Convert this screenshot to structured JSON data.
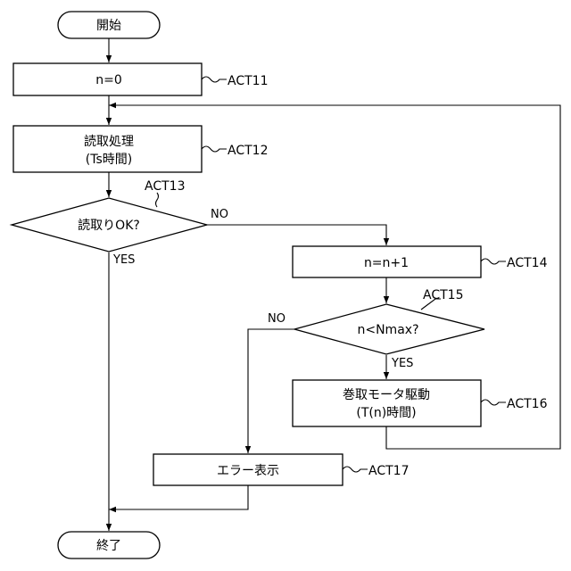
{
  "nodes": {
    "start": "開始",
    "init": "n=0",
    "read": {
      "line1": "読取処理",
      "line2": "(Ts時間)"
    },
    "decision_read": "読取りOK?",
    "increment": "n=n+1",
    "decision_count": "n<Nmax?",
    "drive": {
      "line1": "巻取モータ駆動",
      "line2": "(T(n)時間)"
    },
    "error": "エラー表示",
    "end": "終了"
  },
  "step_labels": {
    "init": "ACT11",
    "read": "ACT12",
    "decision_read": "ACT13",
    "increment": "ACT14",
    "decision_count": "ACT15",
    "drive": "ACT16",
    "error": "ACT17"
  },
  "branch_labels": {
    "read_no": "NO",
    "read_yes": "YES",
    "count_no": "NO",
    "count_yes": "YES"
  }
}
